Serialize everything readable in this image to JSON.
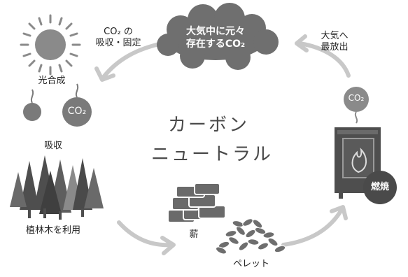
{
  "cloud": {
    "line1": "大気中に元々",
    "line2": "存在するCO₂"
  },
  "labels": {
    "absorb_fix": {
      "line1": "CO₂ の",
      "line2": "吸収・固定"
    },
    "photosynthesis": "光合成",
    "co2_small": "CO₂",
    "absorption": "吸収",
    "use_trees": "植林木を利用",
    "firewood": "薪",
    "pellet": "ペレット",
    "release": {
      "line1": "大気へ",
      "line2": "最放出"
    },
    "co2_bubble": "CO₂",
    "burn": "燃焼"
  },
  "title": {
    "line1": "カーボン",
    "line2": "ニュートラル"
  }
}
